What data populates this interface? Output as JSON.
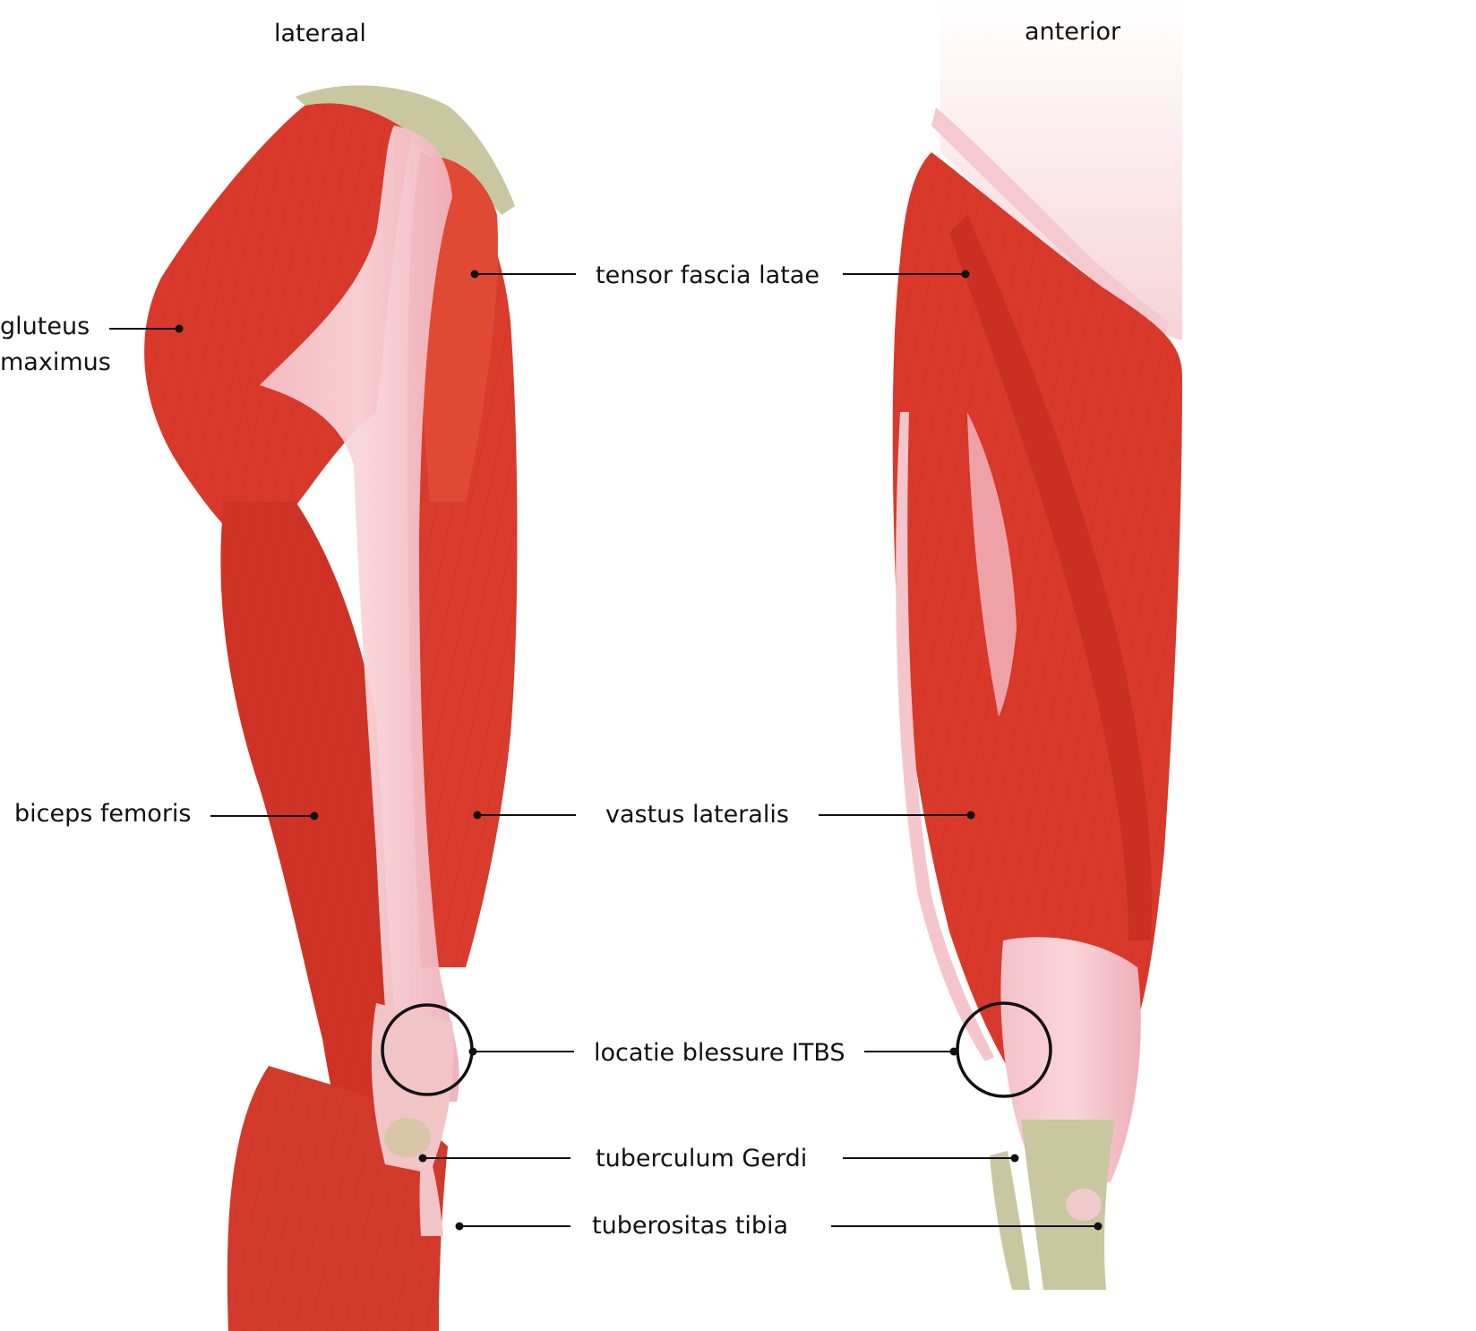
{
  "views": {
    "lateral": {
      "title": "lateraal"
    },
    "anterior": {
      "title": "anterior"
    }
  },
  "labels": {
    "gluteus_maximus": {
      "line1": "gluteus",
      "line2": "maximus"
    },
    "biceps_femoris": "biceps femoris",
    "tensor_fascia_latae": "tensor fascia latae",
    "vastus_lateralis": "vastus lateralis",
    "locatie_blessure": "locatie blessure ITBS",
    "tuberculum_gerdi": "tuberculum Gerdi",
    "tuberositas_tibia": "tuberositas tibia"
  },
  "colors": {
    "muscle": "#d8392b",
    "muscle_dark": "#b8281d",
    "muscle_light": "#e85c44",
    "tendon": "#f2b8c0",
    "bone": "#c9c7a0",
    "line": "#111111"
  }
}
